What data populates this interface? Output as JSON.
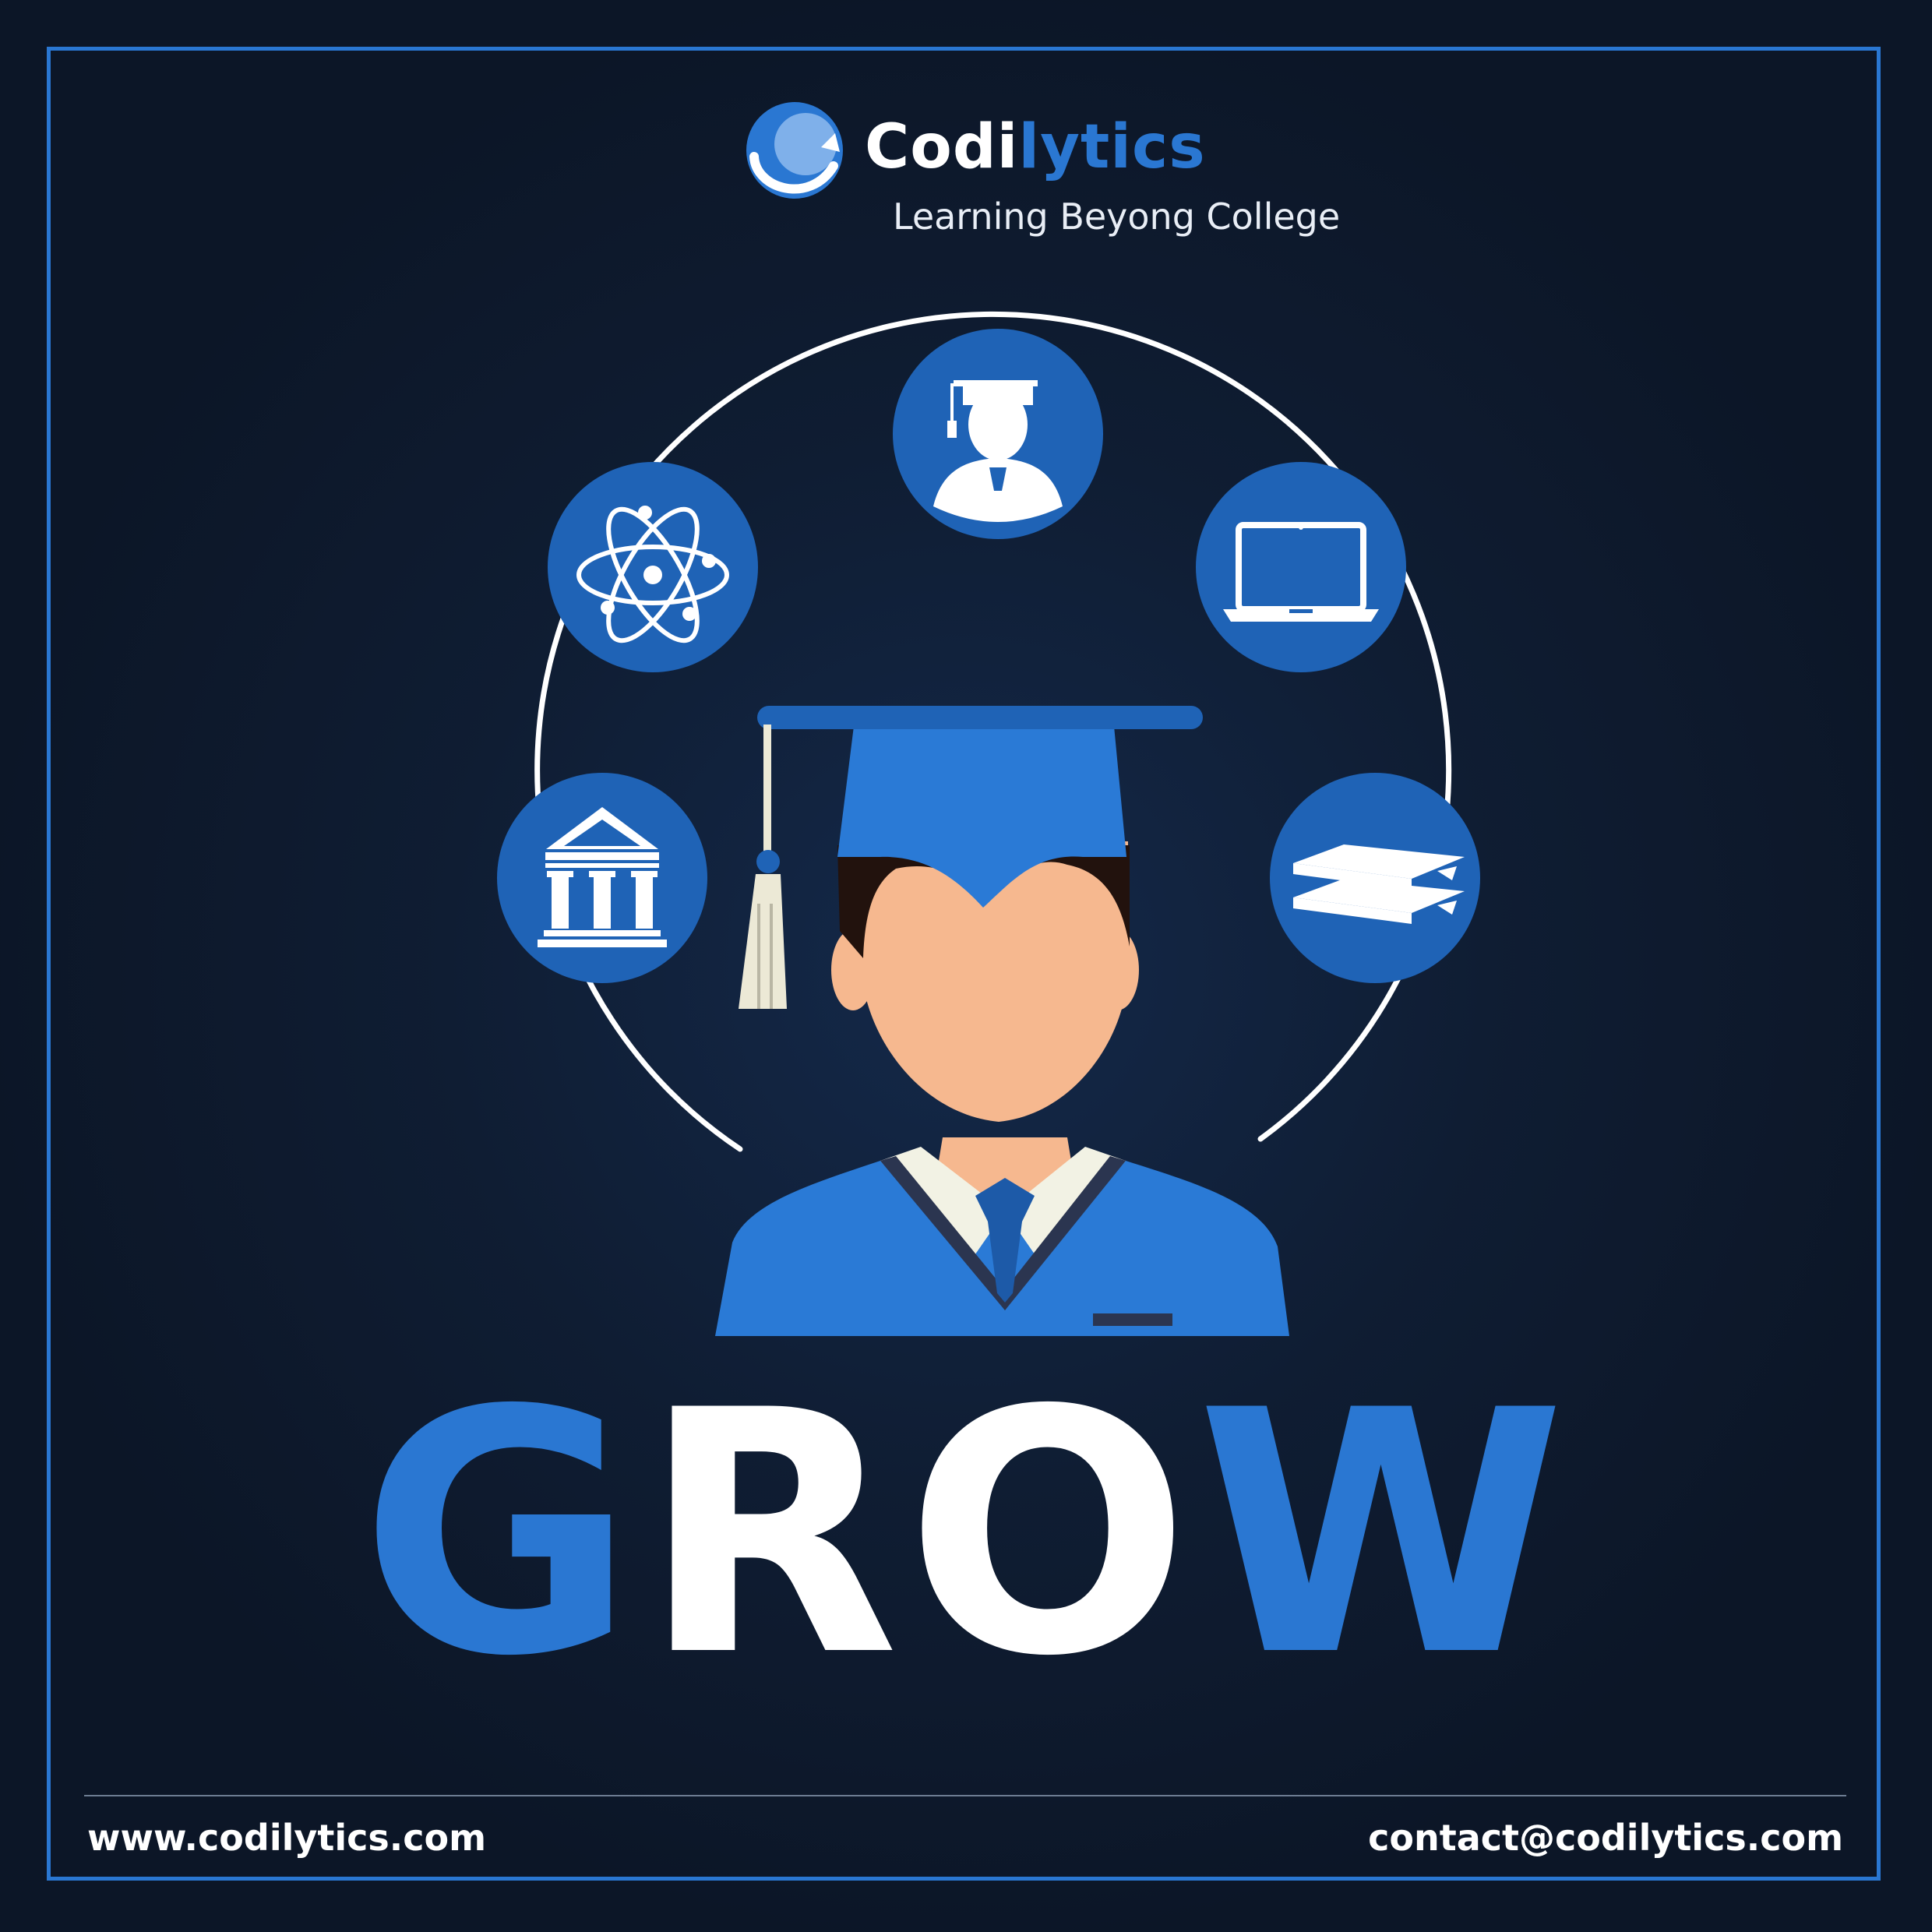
{
  "brand": {
    "name_part1": "Codi",
    "name_part2": "lytics",
    "tagline": "Learning Beyong College"
  },
  "headline": {
    "letters": [
      "G",
      "R",
      "O",
      "W"
    ]
  },
  "footer": {
    "website": "www.codilytics.com",
    "email": "contact@codilytics.com"
  },
  "icons": [
    "graduate-icon",
    "atom-icon",
    "laptop-icon",
    "bank-icon",
    "books-icon"
  ],
  "colors": {
    "background": "#0d1728",
    "accent_blue": "#2a77d2",
    "circle_blue": "#1f63b6",
    "white": "#ffffff",
    "skin": "#f6b88f"
  }
}
